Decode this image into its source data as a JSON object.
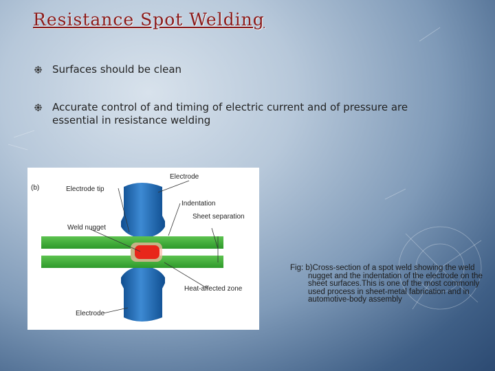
{
  "slide": {
    "title": "Resistance Spot Welding",
    "bullets": [
      "Surfaces should be clean",
      "Accurate control of and timing of electric current and of pressure are essential in resistance welding"
    ]
  },
  "figure": {
    "panel_label": "(b)",
    "labels": {
      "electrode_top": "Electrode",
      "electrode_tip": "Electrode tip",
      "indentation": "Indentation",
      "sheet_separation": "Sheet separation",
      "weld_nugget": "Weld nugget",
      "heat_affected_zone": "Heat-affected zone",
      "electrode_bottom": "Electrode"
    },
    "caption": "Fig: b)Cross-section of a spot weld showing the weld nugget and the indentation of the electrode on the sheet surfaces.This is one of the most commonly used process in sheet-metal fabrication and in automotive-body assembly"
  },
  "colors": {
    "title": "#8b1a1a",
    "electrode": "#2a6fb5",
    "sheet": "#3fae3a",
    "nugget": "#e8261a"
  }
}
